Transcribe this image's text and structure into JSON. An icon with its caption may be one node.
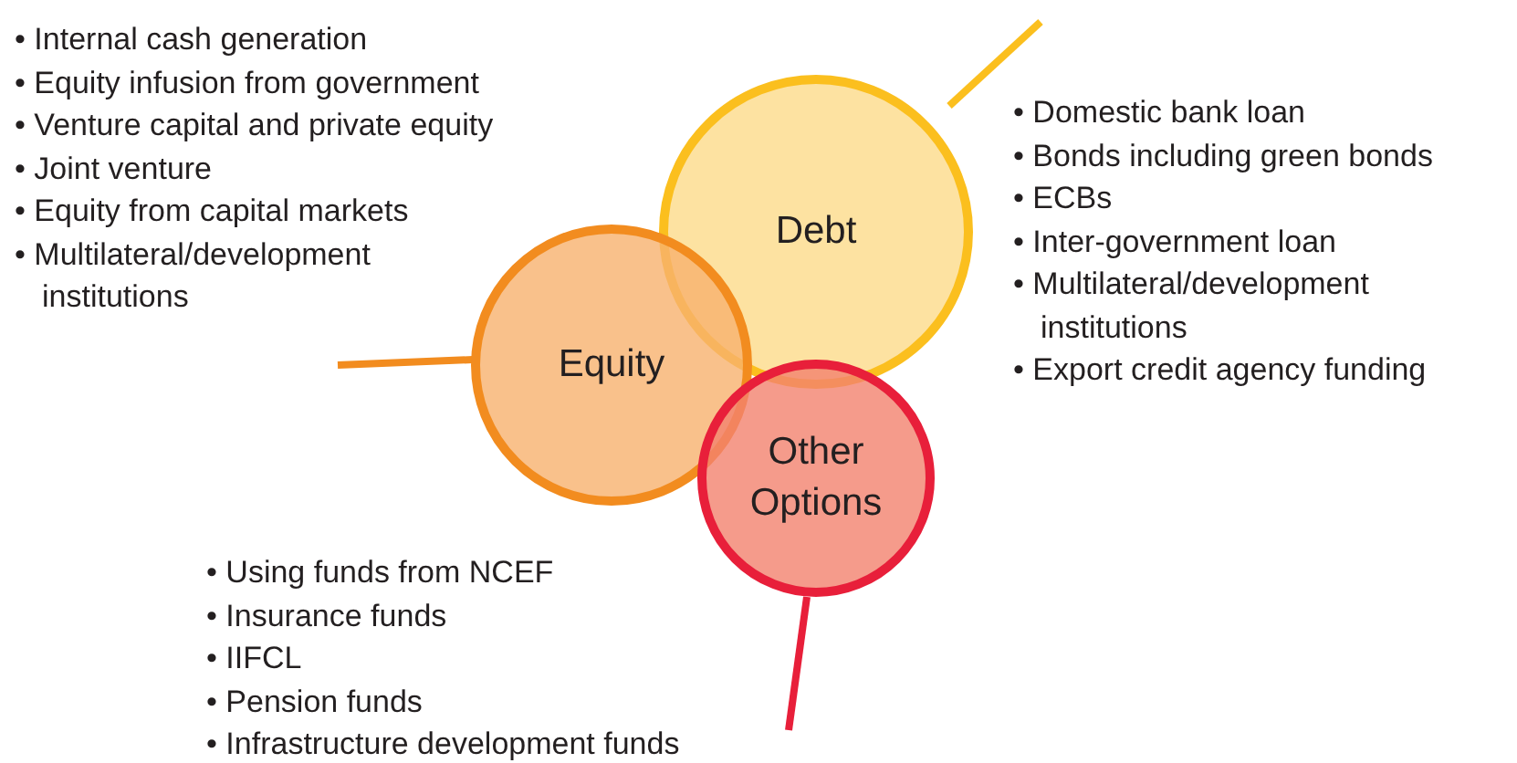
{
  "diagram": {
    "nodes": [
      {
        "text": [
          "Debt"
        ],
        "beside": [
          "• Domestic bank loan",
          "• Bonds including green bonds",
          "• ECBs",
          "• Inter-government loan",
          "• Multilateral/development institutions",
          "• Export credit agency funding"
        ]
      },
      {
        "text": [
          "Equity"
        ],
        "beside": [
          "• Internal cash generation",
          "• Equity infusion from government",
          "• Venture capital and private equity",
          "• Joint venture",
          "• Equity from capital markets",
          "• Multilateral/development institutions"
        ]
      },
      {
        "text": [
          "Other Options"
        ],
        "beside": [
          "• Using funds from NCEF",
          "• Insurance funds",
          "• IIFCL",
          "• Pension funds",
          "• Infrastructure development funds"
        ]
      }
    ],
    "edges": [
      {
        "from": 0,
        "to": null,
        "arrow": "none",
        "color": "#fbbf1e"
      },
      {
        "from": 1,
        "to": null,
        "arrow": "none",
        "color": "#f28c1f"
      },
      {
        "from": 2,
        "to": null,
        "arrow": "none",
        "color": "#e81f3a"
      }
    ]
  }
}
